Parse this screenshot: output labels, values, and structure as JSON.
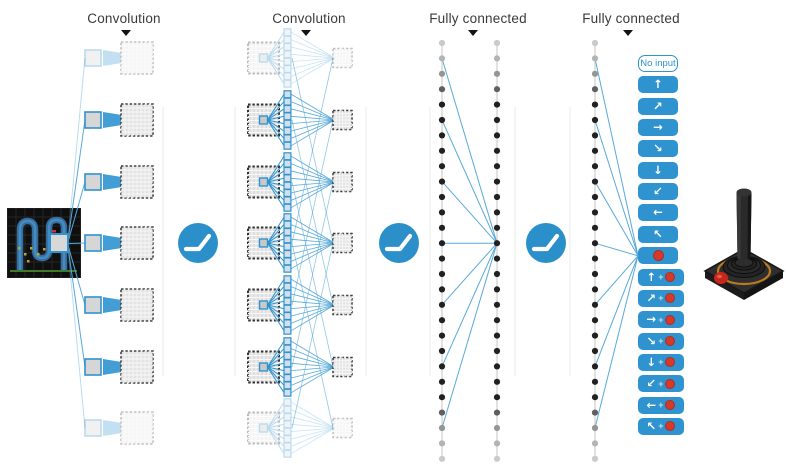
{
  "headers": [
    "Convolution",
    "Convolution",
    "Fully connected",
    "Fully connected"
  ],
  "network": {
    "conv1_feature_maps": 7,
    "conv2_feature_maps": 7,
    "conv2_fan_out_units": 8,
    "conv3_feature_maps": 7,
    "fc_dots_per_column": 28,
    "fc_hidden_columns": 2,
    "fc_output_columns": 1,
    "activation_symbol": "relu"
  },
  "actions": [
    {
      "id": "no-input",
      "label": "No input"
    },
    {
      "id": "up",
      "arrow": "↑"
    },
    {
      "id": "up-right",
      "arrow": "↗"
    },
    {
      "id": "right",
      "arrow": "→"
    },
    {
      "id": "down-right",
      "arrow": "↘"
    },
    {
      "id": "down",
      "arrow": "↓"
    },
    {
      "id": "down-left",
      "arrow": "↙"
    },
    {
      "id": "left",
      "arrow": "←"
    },
    {
      "id": "up-left",
      "arrow": "↖"
    },
    {
      "id": "fire",
      "fire": true
    },
    {
      "id": "up-fire",
      "arrow": "↑",
      "fire": true
    },
    {
      "id": "up-right-fire",
      "arrow": "↗",
      "fire": true
    },
    {
      "id": "right-fire",
      "arrow": "→",
      "fire": true
    },
    {
      "id": "down-right-fire",
      "arrow": "↘",
      "fire": true
    },
    {
      "id": "down-fire",
      "arrow": "↓",
      "fire": true
    },
    {
      "id": "down-left-fire",
      "arrow": "↙",
      "fire": true
    },
    {
      "id": "left-fire",
      "arrow": "←",
      "fire": true
    },
    {
      "id": "up-left-fire",
      "arrow": "↖",
      "fire": true
    }
  ],
  "plus_sign": "+",
  "colors": {
    "accent_blue": "#2E93CF",
    "line_blue": "#58A9D9",
    "fire_red": "#D5392B",
    "dot_black": "#212121",
    "map_fill": "#e3e3e3",
    "joystick_ring_orange": "#BA7A1E",
    "game_path_blue": "#356e9e",
    "game_ground_green": "#3f7a2a"
  }
}
